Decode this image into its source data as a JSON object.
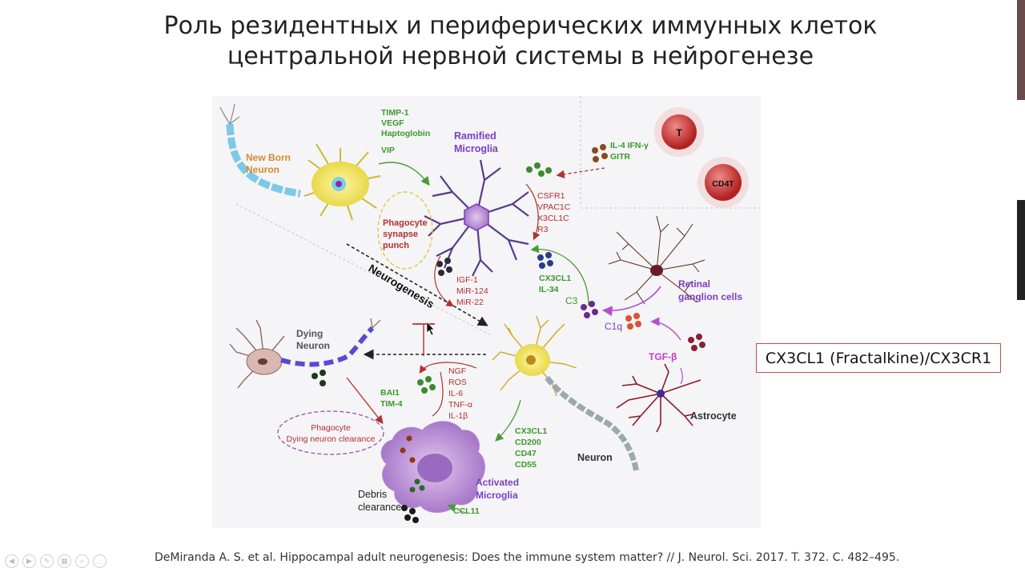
{
  "slide": {
    "title_line1": "Роль резидентных и периферических иммунных клеток",
    "title_line2": "центральной нервной системы в нейрогенезе",
    "callout": "CX3CL1 (Fractalkine)/CX3CR1",
    "citation": "DeMiranda A. S. et al. Hippocampal adult neurogenesis: Does the immune system matter? // J. Neurol. Sci. 2017. T. 372. C. 482–495."
  },
  "diagram": {
    "new_born_neuron": [
      "New Born",
      "Neuron"
    ],
    "growth_factors": [
      "TIMP-1",
      "VEGF",
      "Haptoglobin",
      "VIP"
    ],
    "ramified_microglia": [
      "Ramified",
      "Microglia"
    ],
    "phagocyte_synapse": [
      "Phagocyte",
      "synapse",
      "punch"
    ],
    "receptors": [
      "CSFR1",
      "VPAC1C",
      "X3CL1C",
      "R3"
    ],
    "t_cytokines": [
      "IL-4 IFN-γ",
      "GITR"
    ],
    "t_cell": "T",
    "cd4t_cell": "CD4T",
    "neurogenesis": "Neurogenesis",
    "igf_list": [
      "IGF-1",
      "MiR-124",
      "MiR-22"
    ],
    "cx3cl1_il34": [
      "CX3CL1",
      "IL-34"
    ],
    "c3": "C3",
    "c1q": "C1q",
    "retinal_ganglion": [
      "Retinal",
      "ganglion cells"
    ],
    "dying_neuron": [
      "Dying",
      "Neuron"
    ],
    "inflammatory_list": [
      "NGF",
      "ROS",
      "IL-6",
      "TNF-α",
      "IL-1β"
    ],
    "bai_tim": [
      "BAI1",
      "TIM-4"
    ],
    "tgf_beta": "TGF-β",
    "astrocyte": "Astrocyte",
    "phagocyte_clearance": [
      "Phagocyte",
      "Dying neuron clearance"
    ],
    "cd_list": [
      "CX3CL1",
      "CD200",
      "CD47",
      "CD55"
    ],
    "neuron": "Neuron",
    "debris_clearance": [
      "Debris",
      "clearance"
    ],
    "activated_microglia": [
      "Activated",
      "Microglia"
    ],
    "ccl11": "CCL11"
  },
  "toolbar": {
    "buttons": [
      {
        "name": "prev-icon",
        "glyph": "◀"
      },
      {
        "name": "next-icon",
        "glyph": "▶"
      },
      {
        "name": "pen-icon",
        "glyph": "✎"
      },
      {
        "name": "slides-icon",
        "glyph": "▦"
      },
      {
        "name": "zoom-icon",
        "glyph": "⌕"
      },
      {
        "name": "more-icon",
        "glyph": "…"
      }
    ]
  },
  "colors": {
    "green_text": "#3a9a2e",
    "purple_text": "#7a3fc4",
    "red_text": "#b33030",
    "orange_text": "#d4892a",
    "callout_border": "#c0504d"
  }
}
